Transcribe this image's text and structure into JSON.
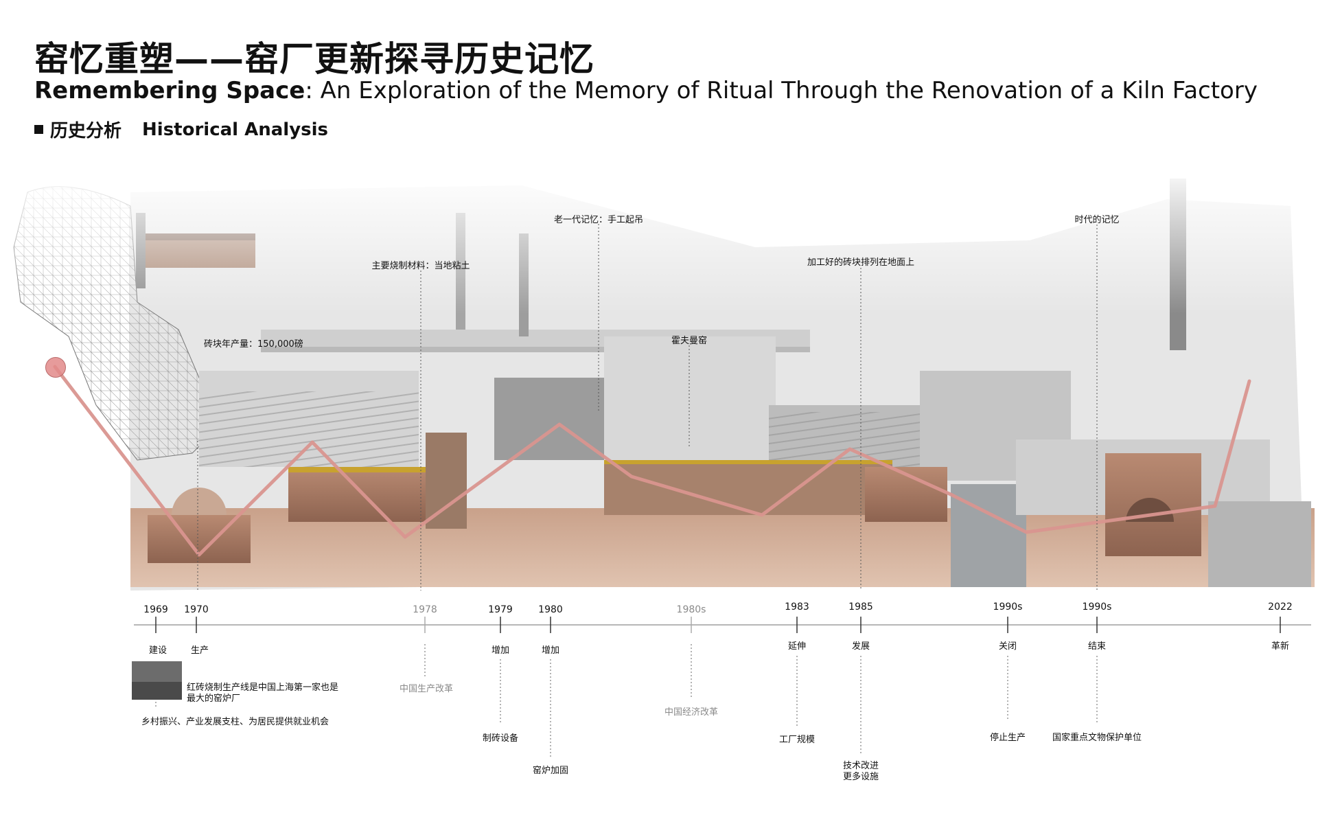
{
  "title": {
    "cn": "窑忆重塑——窑厂更新探寻历史记忆",
    "en_bold": "Remembering Space",
    "en_rest": ": An Exploration of the Memory of Ritual Through the Renovation of a Kiln Factory"
  },
  "section": {
    "cn": "历史分析",
    "en": "Historical Analysis"
  },
  "photo_captions": [
    {
      "id": "brick-output",
      "text": "砖块年产量：150,000磅"
    },
    {
      "id": "main-material",
      "text": "主要烧制材料：当地粘土"
    },
    {
      "id": "old-memory",
      "text": "老一代记忆：手工起吊"
    },
    {
      "id": "hoffmann-kiln",
      "text": "霍夫曼窑"
    },
    {
      "id": "bricks-ground",
      "text": "加工好的砖块排列在地面上"
    },
    {
      "id": "era-memory",
      "text": "时代的记忆"
    }
  ],
  "timeline": [
    {
      "year": "1969",
      "event": "建设",
      "note": "",
      "muted": false
    },
    {
      "year": "1970",
      "event": "生产",
      "note": "",
      "muted": false
    },
    {
      "year": "1978",
      "event": "",
      "note": "中国生产改革",
      "muted": true
    },
    {
      "year": "1979",
      "event": "增加",
      "note": "制砖设备",
      "muted": false
    },
    {
      "year": "1980",
      "event": "增加",
      "note": "窑炉加固",
      "muted": false
    },
    {
      "year": "1980s",
      "event": "",
      "note": "中国经济改革",
      "muted": true
    },
    {
      "year": "1983",
      "event": "延伸",
      "note": "工厂规模",
      "muted": false
    },
    {
      "year": "1985",
      "event": "发展",
      "note": "技术改进\n更多设施",
      "muted": false
    },
    {
      "year": "1990s",
      "event": "关闭",
      "note": "停止生产",
      "muted": false
    },
    {
      "year": "1990s",
      "event": "结束",
      "note": "国家重点文物保护单位",
      "muted": false
    },
    {
      "year": "2022",
      "event": "革新",
      "note": "",
      "muted": false
    }
  ],
  "notes_1970": {
    "text": "红砖烧制生产线是中国上海第一家也是最大的窑炉厂",
    "line2": "乡村振兴、产业发展支柱、为居民提供就业机会"
  },
  "colors": {
    "trend_line": "#d9958f",
    "marker": "#e28a8a",
    "axis": "#8a8a8a"
  }
}
